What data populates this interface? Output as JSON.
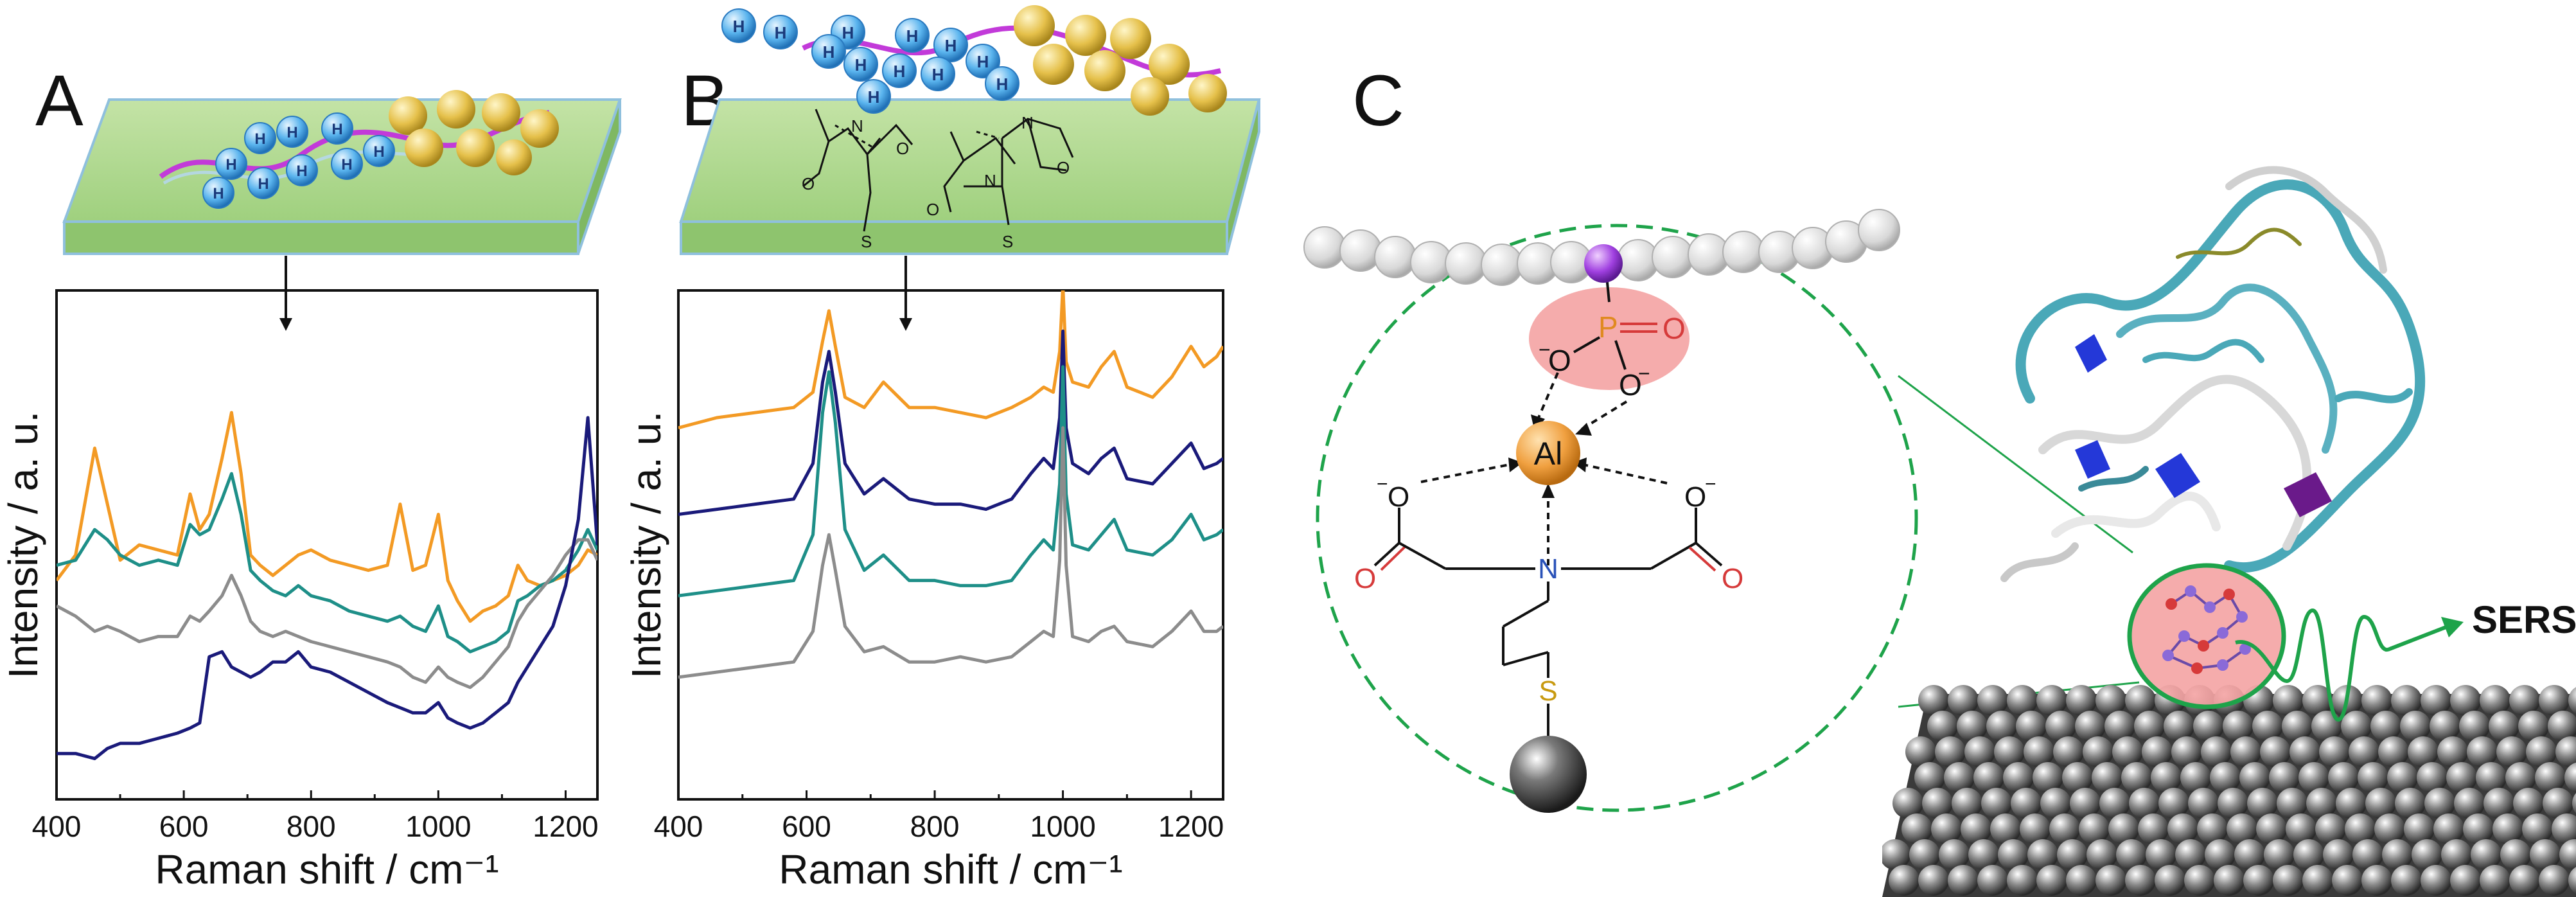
{
  "figure": {
    "panels": [
      {
        "letter": "A"
      },
      {
        "letter": "B"
      },
      {
        "letter": "C"
      }
    ],
    "colors": {
      "orange": "#f39a24",
      "teal": "#1e8f88",
      "navy": "#1a1a7a",
      "gray": "#8c8c8c",
      "substrate": "#a8d08d",
      "substrate_edge": "#8fc0dd",
      "magenta": "#c23ad9",
      "gold": "#e5c04a",
      "blue_h": "#5ab4ee",
      "green_dash": "#1ea34a",
      "pink": "#f2a0a0",
      "al_orange": "#f0a040",
      "bead_gray": "#d5d5d5"
    },
    "bead_label": "H",
    "chemistry": {
      "phosphate_p": "P",
      "phosphate_o1": "O",
      "phosphate_o2": "O",
      "phosphate_o3": "O",
      "charge": "−",
      "metal": "Al",
      "left_o_top": "O",
      "left_o_bottom": "O",
      "right_o_top": "O",
      "right_o_bottom": "O",
      "nitrogen": "N",
      "sulfur": "S"
    },
    "sers_label": "SERS"
  },
  "chart_data": [
    {
      "type": "line",
      "panel": "A",
      "xlabel": "Raman shift / cm⁻¹",
      "ylabel": "Intensity / a. u.",
      "xlim": [
        400,
        1250
      ],
      "ylim": [
        0,
        10
      ],
      "xticks": [
        400,
        600,
        800,
        1000,
        1200
      ],
      "series": [
        {
          "color": "orange",
          "x": [
            400,
            430,
            460,
            480,
            500,
            530,
            560,
            590,
            610,
            625,
            640,
            660,
            675,
            690,
            705,
            720,
            740,
            760,
            780,
            800,
            830,
            860,
            890,
            920,
            940,
            960,
            980,
            1000,
            1015,
            1030,
            1050,
            1070,
            1090,
            1110,
            1125,
            1140,
            1160,
            1180,
            1200,
            1220,
            1235,
            1250
          ],
          "y": [
            4.3,
            4.8,
            6.9,
            5.8,
            4.7,
            5.0,
            4.9,
            4.8,
            6.0,
            5.3,
            5.6,
            6.7,
            7.6,
            6.4,
            4.8,
            4.6,
            4.4,
            4.6,
            4.8,
            4.9,
            4.7,
            4.6,
            4.5,
            4.6,
            5.8,
            4.5,
            4.6,
            5.6,
            4.3,
            3.9,
            3.5,
            3.7,
            3.8,
            4.0,
            4.6,
            4.3,
            4.2,
            4.3,
            4.4,
            4.6,
            4.9,
            4.8
          ]
        },
        {
          "color": "teal",
          "x": [
            400,
            430,
            460,
            480,
            500,
            530,
            560,
            590,
            610,
            625,
            640,
            660,
            675,
            690,
            705,
            720,
            740,
            760,
            780,
            800,
            830,
            860,
            890,
            920,
            940,
            960,
            980,
            1000,
            1015,
            1030,
            1050,
            1070,
            1090,
            1110,
            1125,
            1140,
            1160,
            1180,
            1200,
            1220,
            1235,
            1250
          ],
          "y": [
            4.6,
            4.7,
            5.3,
            5.1,
            4.8,
            4.6,
            4.7,
            4.6,
            5.4,
            5.2,
            5.3,
            5.9,
            6.4,
            5.6,
            4.5,
            4.3,
            4.1,
            4.0,
            4.2,
            4.0,
            3.9,
            3.7,
            3.6,
            3.5,
            3.6,
            3.4,
            3.3,
            3.8,
            3.2,
            3.1,
            2.9,
            3.0,
            3.1,
            3.3,
            3.9,
            4.0,
            4.2,
            4.3,
            4.5,
            4.9,
            5.3,
            4.9
          ]
        },
        {
          "color": "gray",
          "x": [
            400,
            430,
            460,
            480,
            500,
            530,
            560,
            590,
            610,
            625,
            640,
            660,
            675,
            690,
            705,
            720,
            740,
            760,
            780,
            800,
            830,
            860,
            890,
            920,
            940,
            960,
            980,
            1000,
            1015,
            1030,
            1050,
            1070,
            1090,
            1110,
            1125,
            1140,
            1160,
            1180,
            1200,
            1220,
            1235,
            1250
          ],
          "y": [
            3.8,
            3.6,
            3.3,
            3.4,
            3.3,
            3.1,
            3.2,
            3.2,
            3.6,
            3.5,
            3.7,
            4.0,
            4.4,
            4.0,
            3.5,
            3.3,
            3.2,
            3.3,
            3.2,
            3.1,
            3.0,
            2.9,
            2.8,
            2.7,
            2.6,
            2.4,
            2.3,
            2.6,
            2.4,
            2.3,
            2.2,
            2.4,
            2.7,
            3.0,
            3.5,
            3.8,
            4.1,
            4.4,
            4.8,
            5.1,
            5.1,
            4.7
          ]
        },
        {
          "color": "navy",
          "x": [
            400,
            430,
            460,
            480,
            500,
            530,
            560,
            590,
            610,
            625,
            640,
            660,
            675,
            690,
            705,
            720,
            740,
            760,
            780,
            800,
            830,
            860,
            890,
            920,
            940,
            960,
            980,
            1000,
            1015,
            1030,
            1050,
            1070,
            1090,
            1110,
            1125,
            1140,
            1160,
            1180,
            1200,
            1220,
            1235,
            1250
          ],
          "y": [
            0.9,
            0.9,
            0.8,
            1.0,
            1.1,
            1.1,
            1.2,
            1.3,
            1.4,
            1.5,
            2.8,
            2.9,
            2.6,
            2.5,
            2.4,
            2.5,
            2.7,
            2.7,
            2.9,
            2.6,
            2.5,
            2.3,
            2.1,
            1.9,
            1.8,
            1.7,
            1.7,
            1.9,
            1.6,
            1.5,
            1.4,
            1.5,
            1.7,
            1.9,
            2.3,
            2.6,
            3.0,
            3.4,
            4.2,
            5.5,
            7.5,
            5.0
          ]
        }
      ]
    },
    {
      "type": "line",
      "panel": "B",
      "xlabel": "Raman shift / cm⁻¹",
      "ylabel": "Intensity / a. u.",
      "xlim": [
        400,
        1250
      ],
      "ylim": [
        0,
        10
      ],
      "xticks": [
        400,
        600,
        800,
        1000,
        1200
      ],
      "series": [
        {
          "color": "orange",
          "x": [
            400,
            460,
            520,
            580,
            610,
            625,
            635,
            645,
            660,
            690,
            720,
            760,
            800,
            840,
            880,
            920,
            950,
            970,
            985,
            995,
            1000,
            1005,
            1015,
            1040,
            1060,
            1080,
            1100,
            1140,
            1170,
            1200,
            1220,
            1240,
            1250
          ],
          "y": [
            7.3,
            7.5,
            7.6,
            7.7,
            8.0,
            9.0,
            9.6,
            8.9,
            7.9,
            7.7,
            8.2,
            7.7,
            7.7,
            7.6,
            7.5,
            7.7,
            7.9,
            8.1,
            8.0,
            8.8,
            10.1,
            8.6,
            8.2,
            8.1,
            8.5,
            8.8,
            8.1,
            7.9,
            8.3,
            8.9,
            8.5,
            8.7,
            8.9
          ]
        },
        {
          "color": "navy",
          "x": [
            400,
            460,
            520,
            580,
            610,
            625,
            635,
            645,
            660,
            690,
            720,
            760,
            800,
            840,
            880,
            920,
            950,
            970,
            985,
            995,
            1000,
            1005,
            1015,
            1040,
            1060,
            1080,
            1100,
            1140,
            1170,
            1200,
            1220,
            1240,
            1250
          ],
          "y": [
            5.6,
            5.7,
            5.8,
            5.9,
            6.6,
            8.2,
            8.8,
            8.0,
            6.6,
            6.0,
            6.3,
            5.9,
            5.8,
            5.8,
            5.7,
            5.9,
            6.4,
            6.7,
            6.5,
            7.5,
            9.2,
            7.3,
            6.6,
            6.4,
            6.7,
            6.9,
            6.3,
            6.2,
            6.6,
            7.0,
            6.5,
            6.6,
            6.7
          ]
        },
        {
          "color": "teal",
          "x": [
            400,
            460,
            520,
            580,
            610,
            625,
            635,
            645,
            660,
            690,
            720,
            760,
            800,
            840,
            880,
            920,
            950,
            970,
            985,
            995,
            1000,
            1005,
            1015,
            1040,
            1060,
            1080,
            1100,
            1140,
            1170,
            1200,
            1220,
            1240,
            1250
          ],
          "y": [
            4.0,
            4.1,
            4.2,
            4.3,
            5.2,
            7.6,
            8.4,
            7.4,
            5.3,
            4.5,
            4.8,
            4.3,
            4.3,
            4.2,
            4.2,
            4.3,
            4.8,
            5.1,
            4.9,
            6.2,
            8.5,
            6.0,
            5.0,
            4.9,
            5.2,
            5.5,
            4.9,
            4.8,
            5.1,
            5.6,
            5.1,
            5.2,
            5.3
          ]
        },
        {
          "color": "gray",
          "x": [
            400,
            460,
            520,
            580,
            610,
            625,
            635,
            645,
            660,
            690,
            720,
            760,
            800,
            840,
            880,
            920,
            950,
            970,
            985,
            995,
            1000,
            1005,
            1015,
            1040,
            1060,
            1080,
            1100,
            1140,
            1170,
            1200,
            1220,
            1240,
            1250
          ],
          "y": [
            2.4,
            2.5,
            2.6,
            2.7,
            3.3,
            4.6,
            5.2,
            4.5,
            3.4,
            2.9,
            3.0,
            2.7,
            2.7,
            2.8,
            2.7,
            2.8,
            3.1,
            3.3,
            3.2,
            4.7,
            7.3,
            4.6,
            3.2,
            3.1,
            3.3,
            3.4,
            3.1,
            3.0,
            3.3,
            3.7,
            3.3,
            3.3,
            3.4
          ]
        }
      ]
    }
  ]
}
